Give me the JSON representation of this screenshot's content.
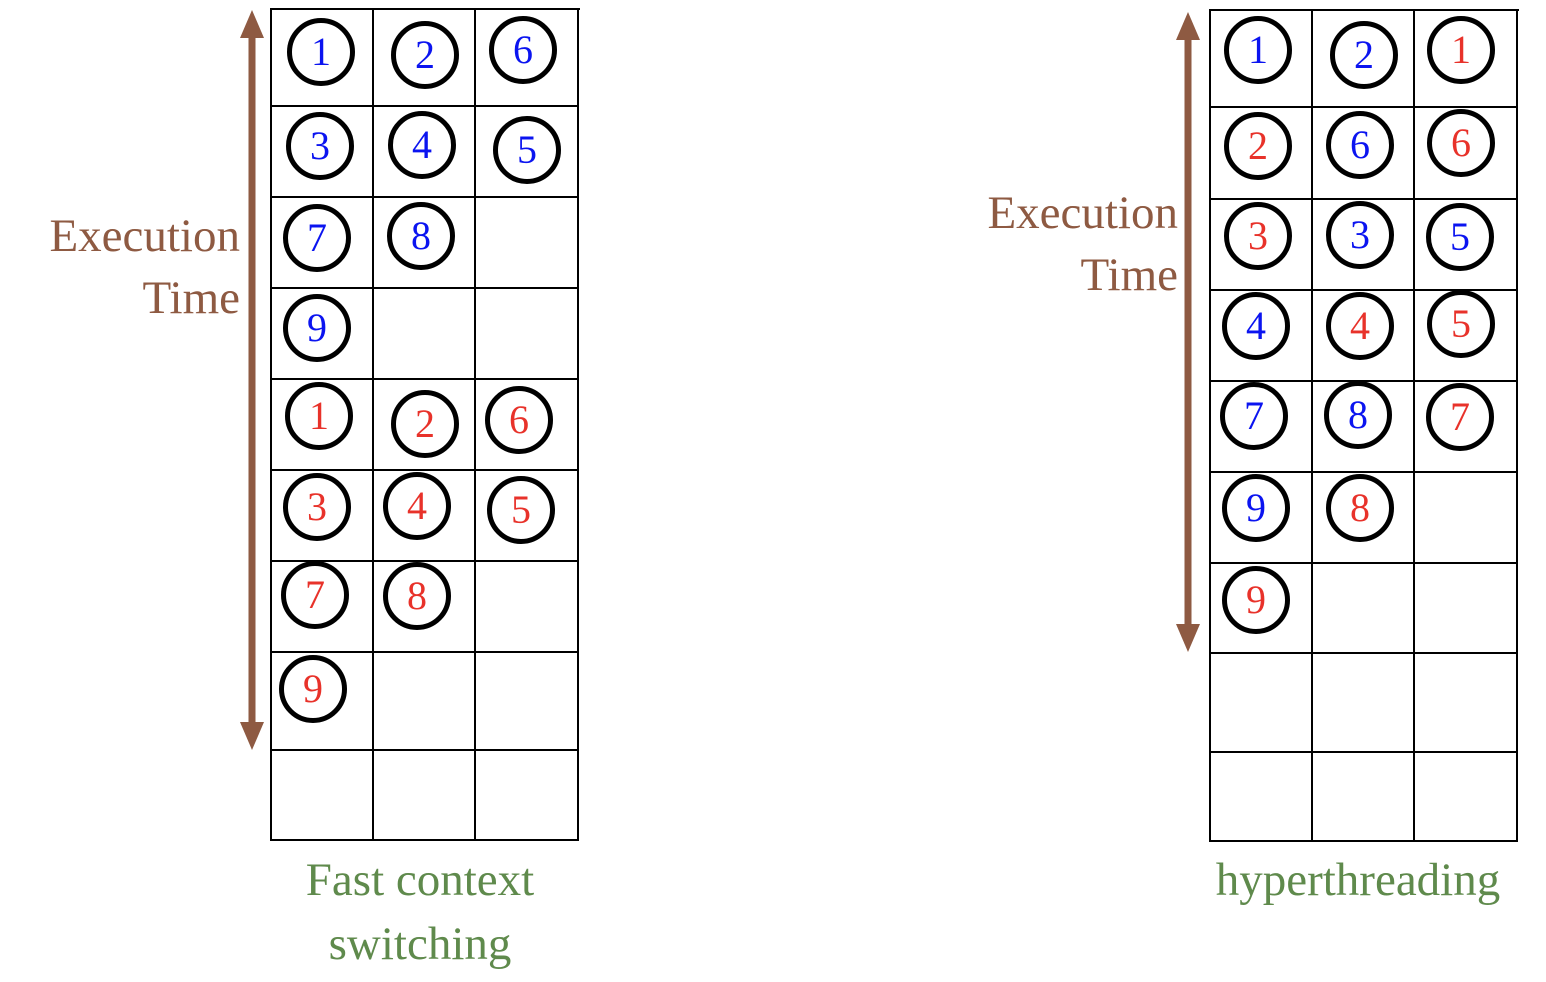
{
  "colors": {
    "thread_a": "#0b14f0",
    "thread_b": "#e8322a",
    "axis": "#8e5a42",
    "caption": "#5f8a4c",
    "grid": "#000000"
  },
  "left": {
    "axis_label_line1": "Execution",
    "axis_label_line2": "Time",
    "caption_line1": "Fast context",
    "caption_line2": "switching",
    "grid": [
      [
        {
          "n": "1",
          "t": "a"
        },
        {
          "n": "2",
          "t": "a"
        },
        {
          "n": "6",
          "t": "a"
        }
      ],
      [
        {
          "n": "3",
          "t": "a"
        },
        {
          "n": "4",
          "t": "a"
        },
        {
          "n": "5",
          "t": "a"
        }
      ],
      [
        {
          "n": "7",
          "t": "a"
        },
        {
          "n": "8",
          "t": "a"
        },
        null
      ],
      [
        {
          "n": "9",
          "t": "a"
        },
        null,
        null
      ],
      [
        {
          "n": "1",
          "t": "b"
        },
        {
          "n": "2",
          "t": "b"
        },
        {
          "n": "6",
          "t": "b"
        }
      ],
      [
        {
          "n": "3",
          "t": "b"
        },
        {
          "n": "4",
          "t": "b"
        },
        {
          "n": "5",
          "t": "b"
        }
      ],
      [
        {
          "n": "7",
          "t": "b"
        },
        {
          "n": "8",
          "t": "b"
        },
        null
      ],
      [
        {
          "n": "9",
          "t": "b"
        },
        null,
        null
      ],
      [
        null,
        null,
        null
      ]
    ]
  },
  "right": {
    "axis_label_line1": "Execution",
    "axis_label_line2": "Time",
    "caption_line1": "hyperthreading",
    "grid": [
      [
        {
          "n": "1",
          "t": "a"
        },
        {
          "n": "2",
          "t": "a"
        },
        {
          "n": "1",
          "t": "b"
        }
      ],
      [
        {
          "n": "2",
          "t": "b"
        },
        {
          "n": "6",
          "t": "a"
        },
        {
          "n": "6",
          "t": "b"
        }
      ],
      [
        {
          "n": "3",
          "t": "b"
        },
        {
          "n": "3",
          "t": "a"
        },
        {
          "n": "5",
          "t": "a"
        }
      ],
      [
        {
          "n": "4",
          "t": "a"
        },
        {
          "n": "4",
          "t": "b"
        },
        {
          "n": "5",
          "t": "b"
        }
      ],
      [
        {
          "n": "7",
          "t": "a"
        },
        {
          "n": "8",
          "t": "a"
        },
        {
          "n": "7",
          "t": "b"
        }
      ],
      [
        {
          "n": "9",
          "t": "a"
        },
        {
          "n": "8",
          "t": "b"
        },
        null
      ],
      [
        {
          "n": "9",
          "t": "b"
        },
        null,
        null
      ],
      [
        null,
        null,
        null
      ],
      [
        null,
        null,
        null
      ]
    ]
  }
}
